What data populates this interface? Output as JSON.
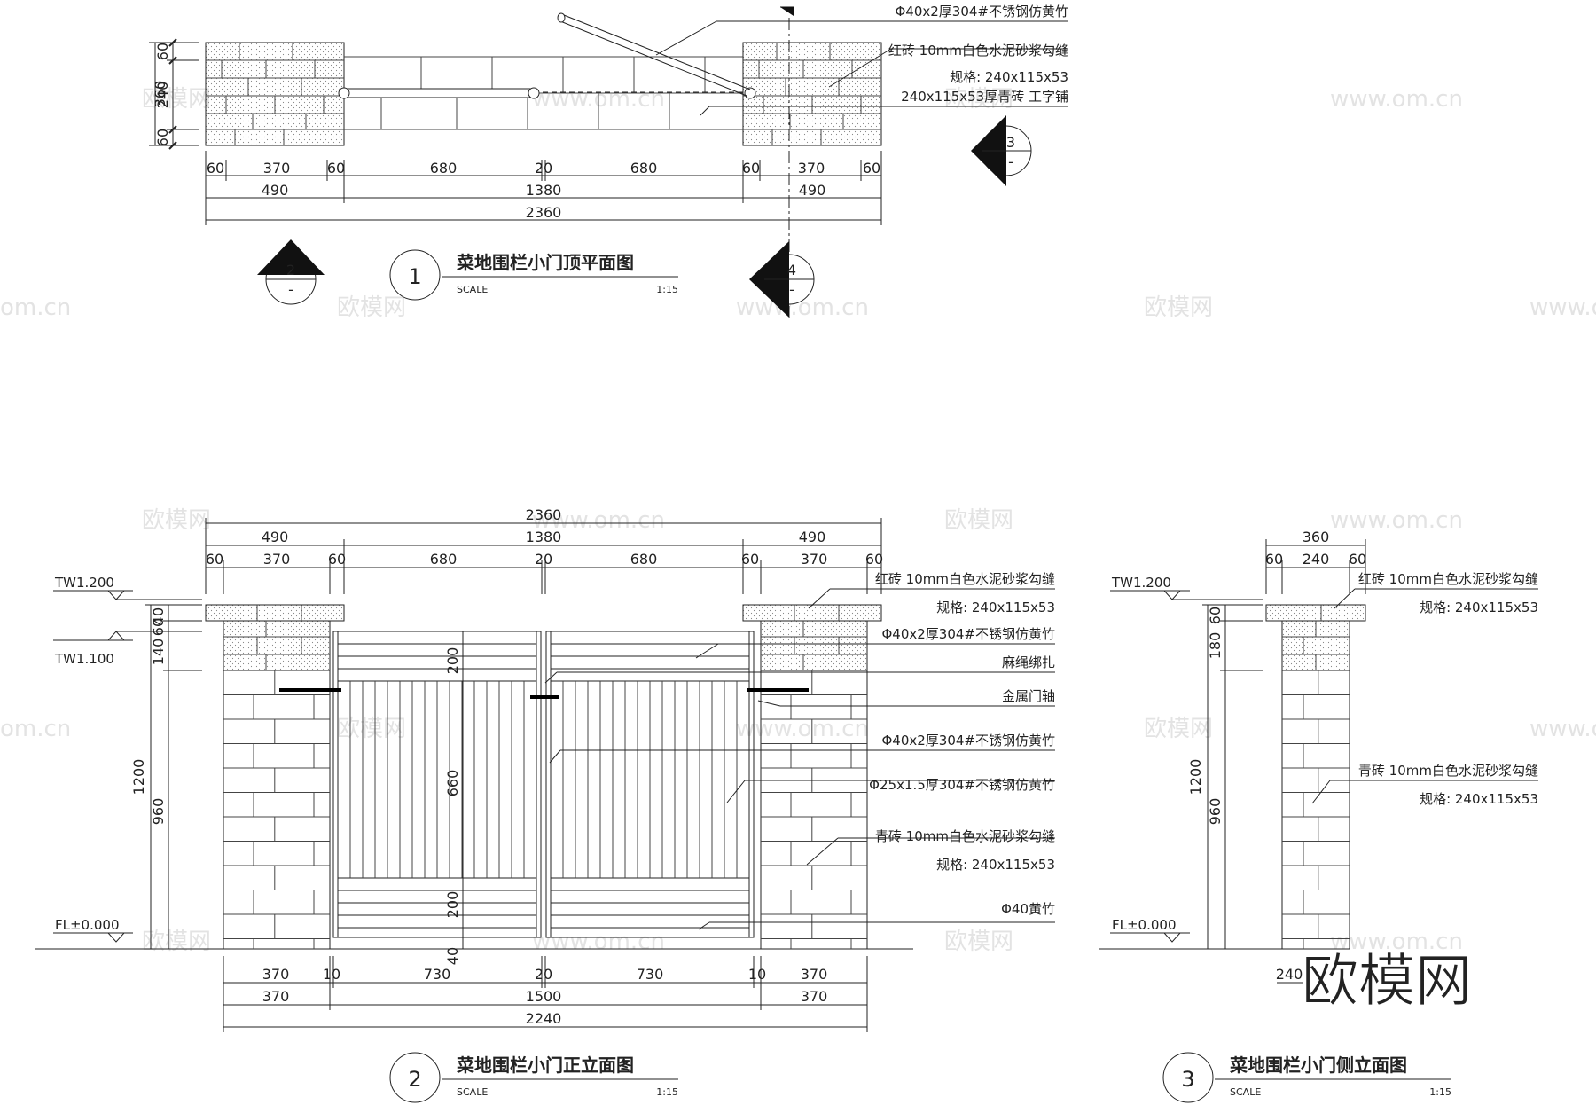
{
  "watermarks": {
    "brand": "欧模网",
    "url": "www.om.cn",
    "url_short": "om.cn",
    "url_cut": "www.om."
  },
  "plan": {
    "title": "菜地围栏小门顶平面图",
    "number": "1",
    "scale_label": "SCALE",
    "scale_value": "1:15",
    "dims_top": [
      "60",
      "370",
      "60",
      "680",
      "20",
      "680",
      "60",
      "370",
      "60"
    ],
    "dims_mid": [
      "490",
      "1380",
      "490"
    ],
    "dims_total": "2360",
    "dims_left": [
      "60",
      "240",
      "60"
    ],
    "dims_left_total": "360",
    "notes": [
      "Φ40x2厚304#不锈钢仿黄竹",
      "红砖 10mm白色水泥砂浆勾缝",
      "规格: 240x115x53",
      "240x115x53厚青砖  工字铺"
    ],
    "section_markers": [
      {
        "num": "2",
        "sub": "-"
      },
      {
        "num": "3",
        "sub": "-"
      },
      {
        "num": "4",
        "sub": "-"
      }
    ]
  },
  "front": {
    "title": "菜地围栏小门正立面图",
    "number": "2",
    "scale_label": "SCALE",
    "scale_value": "1:15",
    "dims_total_top": "2360",
    "dims_mid_top": [
      "490",
      "1380",
      "490"
    ],
    "dims_top": [
      "60",
      "370",
      "60",
      "680",
      "20",
      "680",
      "60",
      "370",
      "60"
    ],
    "dims_bottom_1": [
      "370",
      "10",
      "730",
      "20",
      "730",
      "10",
      "370"
    ],
    "dims_bottom_2": [
      "370",
      "1500",
      "370"
    ],
    "dims_bottom_total": "2240",
    "levels": [
      "TW1.200",
      "TW1.100",
      "FL±0.000"
    ],
    "dims_left": [
      "40",
      "60",
      "140",
      "960"
    ],
    "dims_left_total": "1200",
    "dims_inner": [
      "200",
      "660",
      "200",
      "40"
    ],
    "notes": [
      "红砖  10mm白色水泥砂浆勾缝",
      "规格: 240x115x53",
      "Φ40x2厚304#不锈钢仿黄竹",
      "麻绳绑扎",
      "金属门轴",
      "Φ40x2厚304#不锈钢仿黄竹",
      "Φ25x1.5厚304#不锈钢仿黄竹",
      "青砖  10mm白色水泥砂浆勾缝",
      "规格: 240x115x53",
      "Φ40黄竹"
    ]
  },
  "side": {
    "title": "菜地围栏小门侧立面图",
    "number": "3",
    "scale_label": "SCALE",
    "scale_value": "1:15",
    "dims_top_total": "360",
    "dims_top": [
      "60",
      "240",
      "60"
    ],
    "levels": [
      "TW1.200",
      "FL±0.000"
    ],
    "dims_left": [
      "60",
      "180",
      "960"
    ],
    "dims_left_total": "1200",
    "dims_bottom": "240",
    "notes": [
      "红砖  10mm白色水泥砂浆勾缝",
      "规格: 240x115x53",
      "青砖  10mm白色水泥砂浆勾缝",
      "规格: 240x115x53"
    ]
  },
  "logo": "欧模网"
}
